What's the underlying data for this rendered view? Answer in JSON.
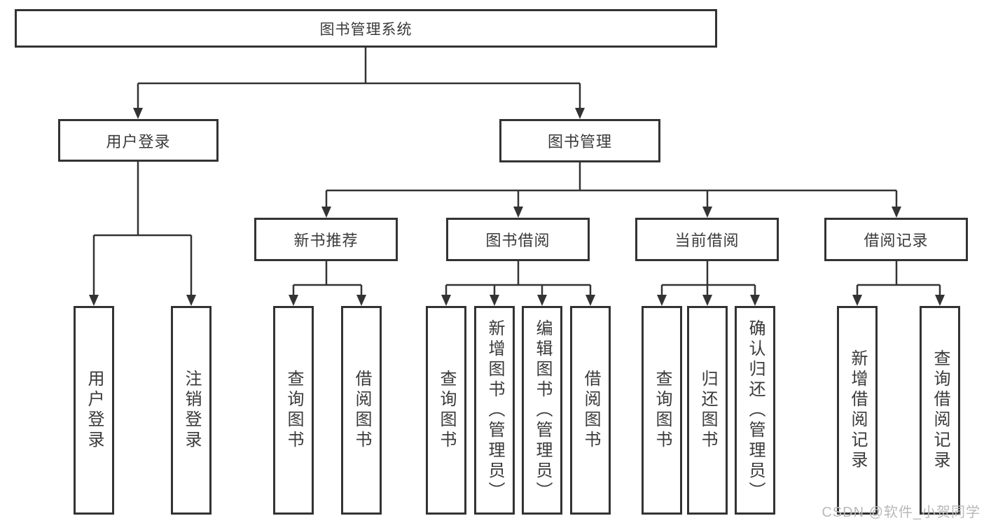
{
  "diagram": {
    "root": {
      "label": "图书管理系统"
    },
    "branches": [
      {
        "label": "用户登录",
        "children": [
          {
            "label": "用户登录"
          },
          {
            "label": "注销登录"
          }
        ]
      },
      {
        "label": "图书管理",
        "children": [
          {
            "label": "新书推荐",
            "children": [
              {
                "label": "查询图书"
              },
              {
                "label": "借阅图书"
              }
            ]
          },
          {
            "label": "图书借阅",
            "children": [
              {
                "label": "查询图书"
              },
              {
                "label": "新增图书（管理员）"
              },
              {
                "label": "编辑图书（管理员）"
              },
              {
                "label": "借阅图书"
              }
            ]
          },
          {
            "label": "当前借阅",
            "children": [
              {
                "label": "查询图书"
              },
              {
                "label": "归还图书"
              },
              {
                "label": "确认归还（管理员）"
              }
            ]
          },
          {
            "label": "借阅记录",
            "children": [
              {
                "label": "新增借阅记录"
              },
              {
                "label": "查询借阅记录"
              }
            ]
          }
        ]
      }
    ]
  },
  "watermark": {
    "text": "CSDN @软件_小贺同学"
  },
  "colors": {
    "line": "#333333",
    "node_text": "#3a3a3a",
    "background": "#ffffff",
    "watermark_text": "#b9b9b9"
  }
}
